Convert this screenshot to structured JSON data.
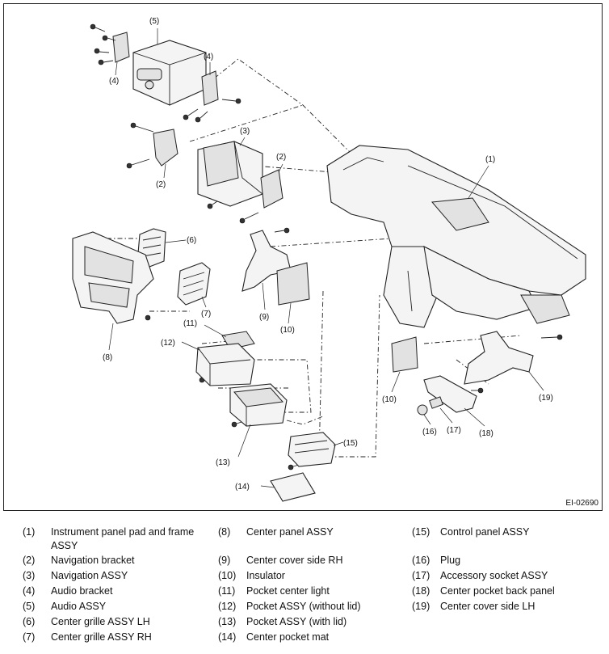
{
  "figure_code": "EI-02690",
  "callouts": {
    "c1": "(1)",
    "c2a": "(2)",
    "c2b": "(2)",
    "c3": "(3)",
    "c4a": "(4)",
    "c4b": "(4)",
    "c5": "(5)",
    "c6": "(6)",
    "c7": "(7)",
    "c8": "(8)",
    "c9": "(9)",
    "c10a": "(10)",
    "c10b": "(10)",
    "c11": "(11)",
    "c12": "(12)",
    "c13": "(13)",
    "c14": "(14)",
    "c15": "(15)",
    "c16": "(16)",
    "c17": "(17)",
    "c18": "(18)",
    "c19": "(19)"
  },
  "legend": [
    {
      "num": "(1)",
      "text": "Instrument panel pad and frame ASSY"
    },
    {
      "num": "(2)",
      "text": "Navigation bracket"
    },
    {
      "num": "(3)",
      "text": "Navigation ASSY"
    },
    {
      "num": "(4)",
      "text": "Audio bracket"
    },
    {
      "num": "(5)",
      "text": "Audio ASSY"
    },
    {
      "num": "(6)",
      "text": "Center grille ASSY LH"
    },
    {
      "num": "(7)",
      "text": "Center grille ASSY RH"
    },
    {
      "num": "(8)",
      "text": "Center panel ASSY"
    },
    {
      "num": "(9)",
      "text": "Center cover side RH"
    },
    {
      "num": "(10)",
      "text": "Insulator"
    },
    {
      "num": "(11)",
      "text": "Pocket center light"
    },
    {
      "num": "(12)",
      "text": "Pocket ASSY (without lid)"
    },
    {
      "num": "(13)",
      "text": "Pocket ASSY (with lid)"
    },
    {
      "num": "(14)",
      "text": "Center pocket mat"
    },
    {
      "num": "(15)",
      "text": "Control panel ASSY"
    },
    {
      "num": "(16)",
      "text": "Plug"
    },
    {
      "num": "(17)",
      "text": "Accessory socket ASSY"
    },
    {
      "num": "(18)",
      "text": "Center pocket back panel"
    },
    {
      "num": "(19)",
      "text": "Center cover side LH"
    }
  ]
}
